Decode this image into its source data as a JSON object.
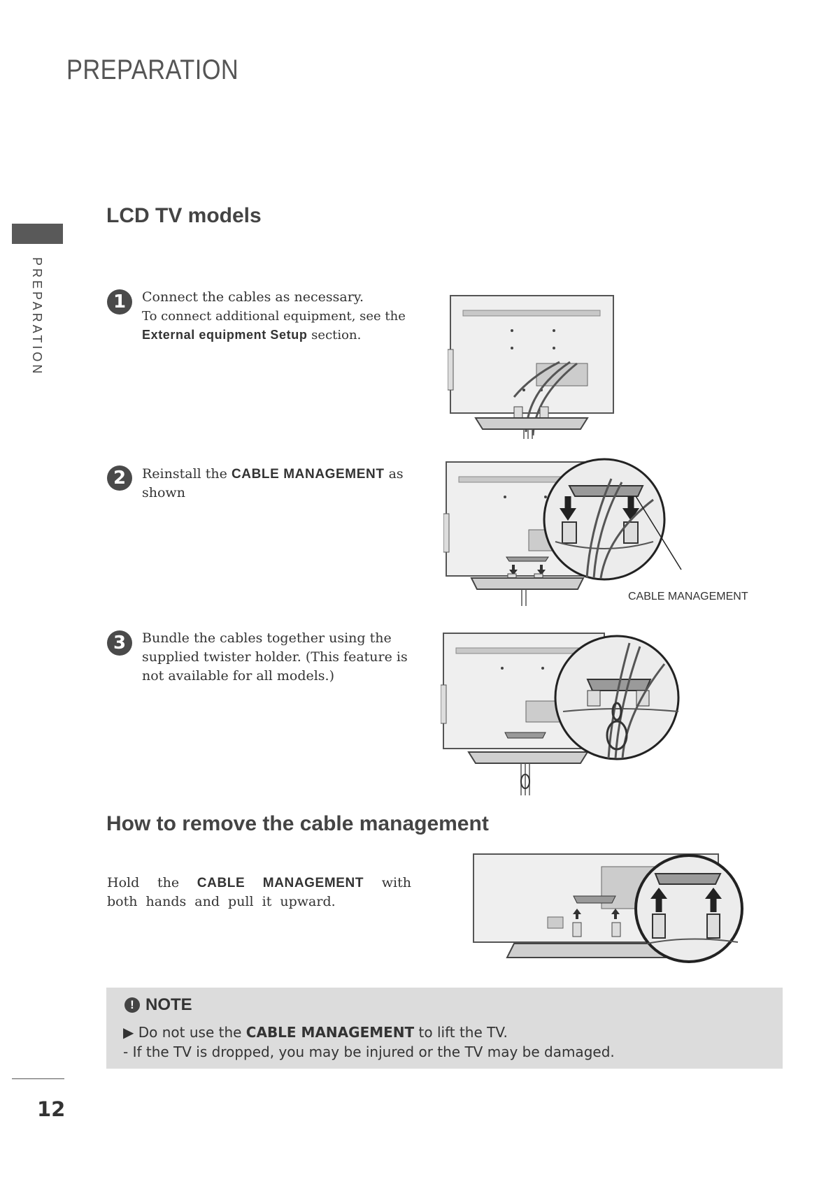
{
  "header": {
    "title": "PREPARATION"
  },
  "sidebar": {
    "label": "PREPARATION"
  },
  "section1": {
    "title": "LCD TV models",
    "steps": [
      {
        "number": "1",
        "line1": "Connect the cables as necessary.",
        "line2": "To connect additional equipment, see the",
        "line3_bold": "External equipment Setup",
        "line3_rest": " section."
      },
      {
        "number": "2",
        "text_pre": "Reinstall the ",
        "text_bold": "CABLE MANAGEMENT",
        "text_post": " as shown",
        "figure_label": "CABLE MANAGEMENT"
      },
      {
        "number": "3",
        "text": "Bundle the cables together using the supplied twister holder. (This feature is not available for all models.)"
      }
    ]
  },
  "section2": {
    "title": "How to remove the cable management",
    "text_pre": "Hold the ",
    "text_bold": "CABLE MANAGEMENT",
    "text_post": " with both hands and pull it upward."
  },
  "note": {
    "title": "NOTE",
    "icon": "exclamation-icon",
    "line1_pre": "▶ Do not use the ",
    "line1_bold": "CABLE MANAGEMENT",
    "line1_post": " to lift the TV.",
    "line2": "- If the TV is dropped, you may be injured or the TV may be damaged."
  },
  "footer": {
    "page_number": "12"
  }
}
